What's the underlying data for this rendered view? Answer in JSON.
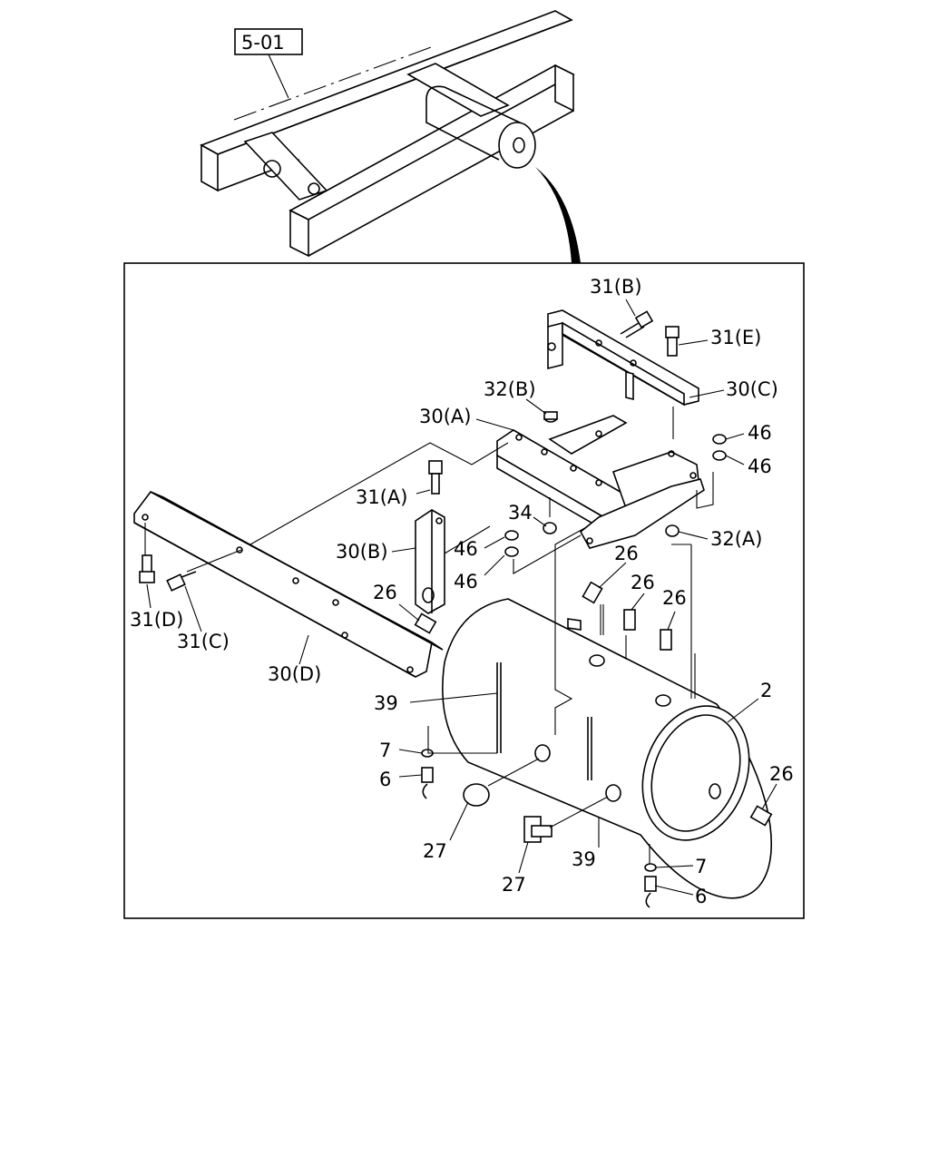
{
  "reference": {
    "label": "5-01"
  },
  "callouts": [
    {
      "key": "c31b",
      "text": "31(B)"
    },
    {
      "key": "c31e",
      "text": "31(E)"
    },
    {
      "key": "c30c",
      "text": "30(C)"
    },
    {
      "key": "c32b",
      "text": "32(B)"
    },
    {
      "key": "c30a",
      "text": "30(A)"
    },
    {
      "key": "c46a",
      "text": "46"
    },
    {
      "key": "c46b",
      "text": "46"
    },
    {
      "key": "c31a",
      "text": "31(A)"
    },
    {
      "key": "c34",
      "text": "34"
    },
    {
      "key": "c32a",
      "text": "32(A)"
    },
    {
      "key": "c30b",
      "text": "30(B)"
    },
    {
      "key": "c46c",
      "text": "46"
    },
    {
      "key": "c46d",
      "text": "46"
    },
    {
      "key": "c26a",
      "text": "26"
    },
    {
      "key": "c26b",
      "text": "26"
    },
    {
      "key": "c26c",
      "text": "26"
    },
    {
      "key": "c26d",
      "text": "26"
    },
    {
      "key": "c31d",
      "text": "31(D)"
    },
    {
      "key": "c31c",
      "text": "31(C)"
    },
    {
      "key": "c30d",
      "text": "30(D)"
    },
    {
      "key": "c2",
      "text": "2"
    },
    {
      "key": "c39a",
      "text": "39"
    },
    {
      "key": "c7a",
      "text": "7"
    },
    {
      "key": "c6a",
      "text": "6"
    },
    {
      "key": "c26e",
      "text": "26"
    },
    {
      "key": "c27a",
      "text": "27"
    },
    {
      "key": "c27b",
      "text": "27"
    },
    {
      "key": "c39b",
      "text": "39"
    },
    {
      "key": "c7b",
      "text": "7"
    },
    {
      "key": "c6b",
      "text": "6"
    }
  ]
}
